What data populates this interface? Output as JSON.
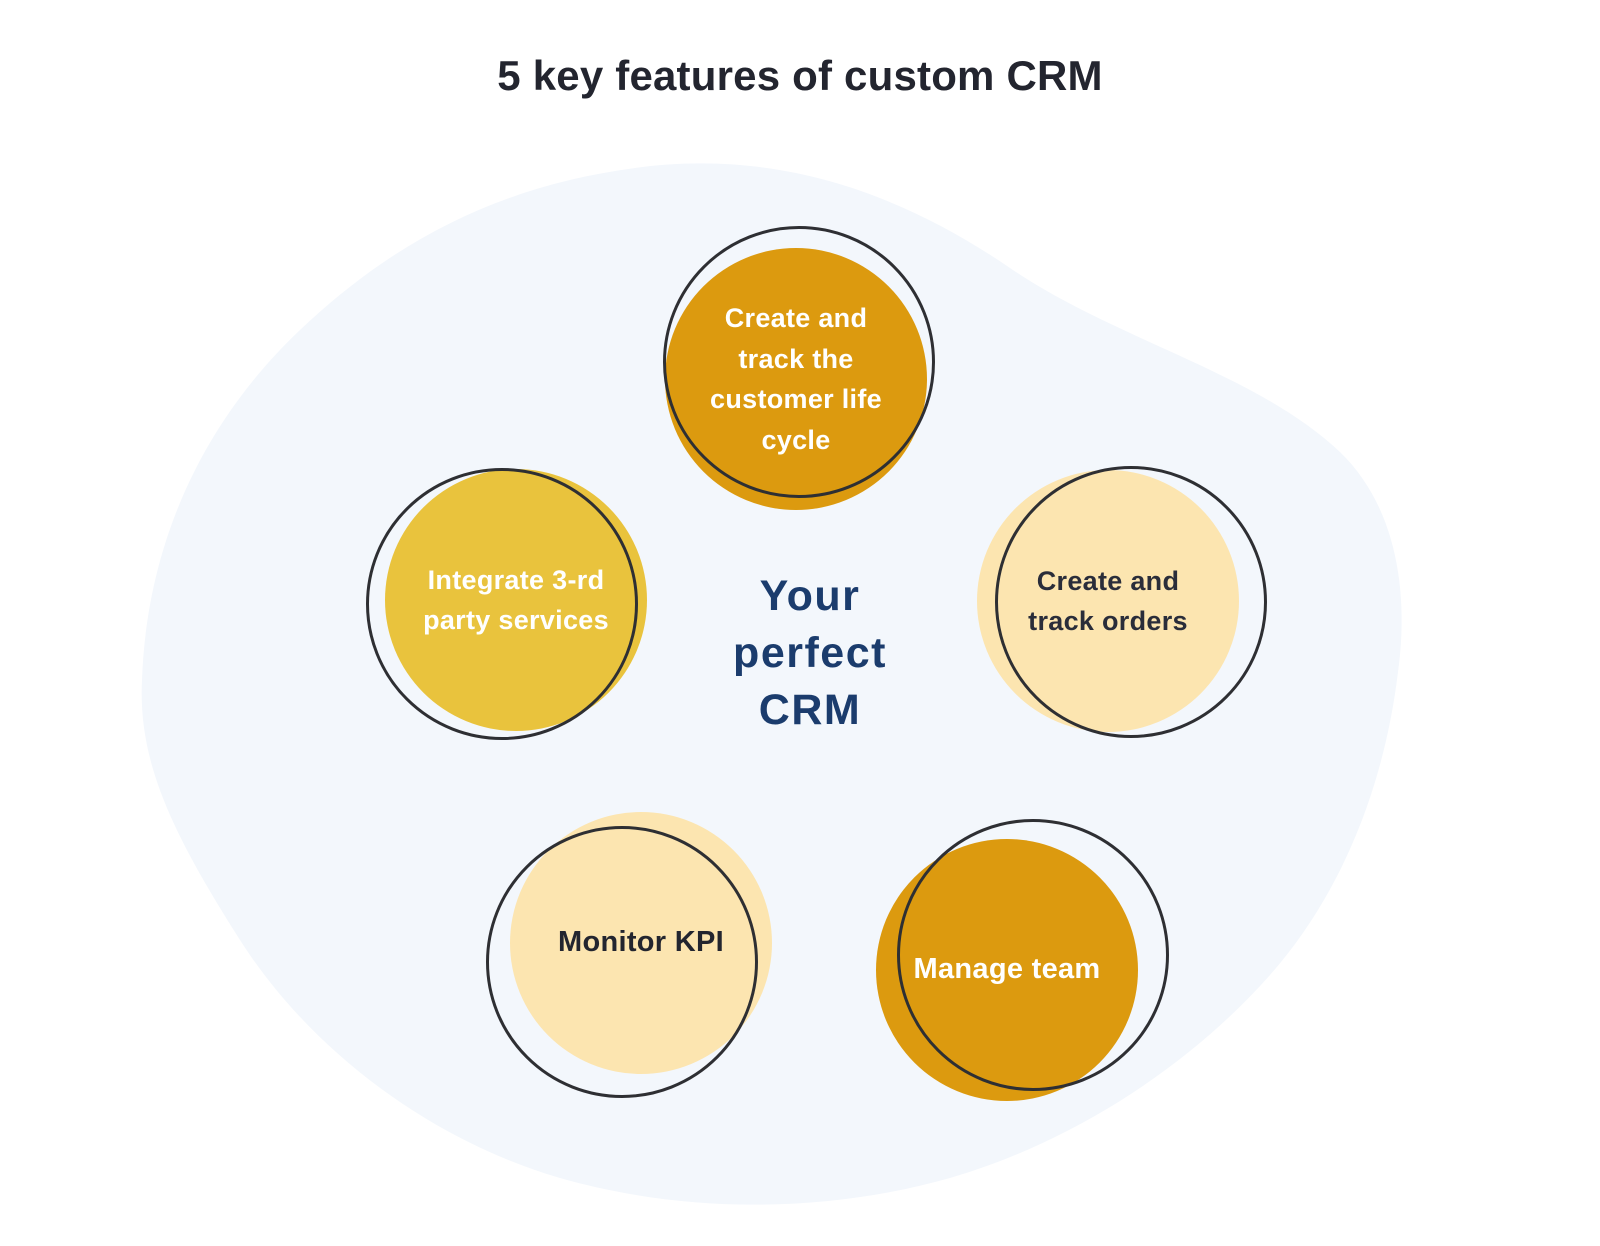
{
  "title": "5 key features of custom CRM",
  "center_label": "Your\nperfect\nCRM",
  "colors": {
    "background": "#ffffff",
    "blob": "#F3F7FC",
    "ring": "#2E2F33",
    "amber": "#DC9A0F",
    "yellow": "#E9C33D",
    "cream": "#FCE5B0",
    "navy": "#1B3C6D",
    "title_text": "#23252F",
    "dark_circle_text": "#2A2D3A",
    "light_circle_text": "#FFFFFF"
  },
  "features": [
    {
      "name": "create-track-customer-life-cycle",
      "label": "Create and track the customer life cycle",
      "fill": "#DC9A0F",
      "text_color": "#FFFFFF"
    },
    {
      "name": "create-track-orders",
      "label": "Create and track orders",
      "fill": "#FCE5B0",
      "text_color": "#2A2D3A"
    },
    {
      "name": "integrate-3rd-party-services",
      "label": "Integrate 3-rd party services",
      "fill": "#E9C33D",
      "text_color": "#FFFFFF"
    },
    {
      "name": "monitor-kpi",
      "label": "Monitor KPI",
      "fill": "#FCE5B0",
      "text_color": "#23252F"
    },
    {
      "name": "manage-team",
      "label": "Manage team",
      "fill": "#DC9A0F",
      "text_color": "#FFFFFF"
    }
  ]
}
